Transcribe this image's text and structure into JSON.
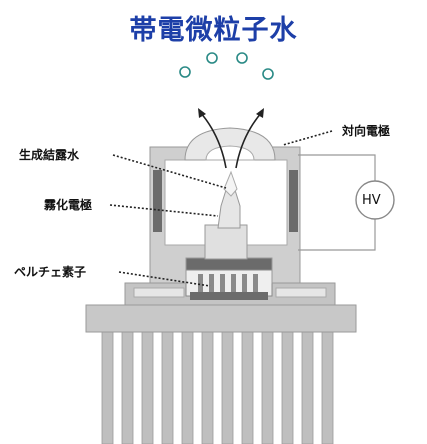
{
  "title": "帯電微粒子水",
  "labels": {
    "counter_electrode": "対向電極",
    "condensed_water": "生成結露水",
    "atomizing_electrode": "霧化電極",
    "peltier_element": "ペルチェ素子",
    "power_source": "HV"
  },
  "colors": {
    "title": "#1d3fa8",
    "droplet_stroke": "#2a8a86",
    "frame_gray": "#bfbfbf",
    "dark_block": "#6b6b6b",
    "light_block": "#e0e0e0"
  }
}
